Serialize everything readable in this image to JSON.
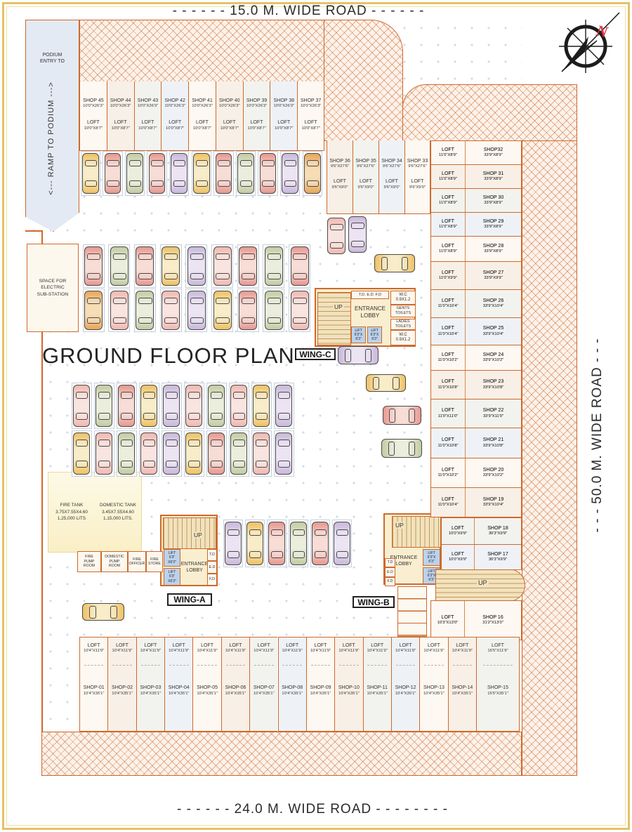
{
  "title": "GROUND FLOOR PLAN",
  "roads": {
    "top": "- - - - - - 15.0 M. WIDE ROAD - - - - - -",
    "right": "- - - 50.0 M. WIDE ROAD - - -",
    "bottom": "- - - - - - 24.0 M. WIDE ROAD - - - - - - - -"
  },
  "compass": {
    "label": "N"
  },
  "podium": {
    "entry_line1": "PODIUM",
    "entry_line2": "ENTRY TO",
    "ramp": "<--- RAMP TO PODIUM --->"
  },
  "substation": {
    "line1": "SPACE FOR",
    "line2": "ELECTRIC",
    "line3": "SUB-STATION"
  },
  "tanks": {
    "fire": {
      "name": "FIRE TANK",
      "dim": "3.75X7.55X4.60",
      "cap": "1,25,000 LITS"
    },
    "domestic": {
      "name": "DOMESTIC TANK",
      "dim": "3.45X7.55X4.60",
      "cap": "1,15,000 LITS."
    }
  },
  "rooms": [
    {
      "label": "FIRE PUMP ROOM"
    },
    {
      "label": "DOMESTIC PUMP ROOM"
    },
    {
      "label": "FIRE OFFICER"
    },
    {
      "label": "FIRE STORE"
    }
  ],
  "wing_a": {
    "label": "WING-A",
    "up": "UP",
    "lobby": "ENTRANCE LOBBY",
    "lift": [
      "LIFT",
      "6'3\"",
      "X6'3\""
    ],
    "doors": [
      "T.D",
      "E.D",
      "F.D"
    ]
  },
  "wing_b": {
    "label": "WING-B",
    "up": "UP",
    "ramp_up": "UP",
    "lobby": "ENTRANCE LOBBY",
    "lift": [
      "LIFT",
      "6'3\"X",
      "6'3\""
    ],
    "doors": [
      "T.D",
      "E.D",
      "F.D"
    ]
  },
  "wing_c": {
    "label": "WING-C",
    "up": "UP",
    "lobby": "ENTRANCE LOBBY",
    "doors_strip": "T.D. E.D. F.D",
    "wc_top": [
      "W.C",
      "0.9X1.2"
    ],
    "gents": "GENTS TOILETS",
    "ladies": "LADIES TOILETS",
    "wc_bottom": [
      "W.C",
      "0.9X1.2"
    ],
    "lift": [
      "LIFT",
      "6'3\"X",
      "6'3\""
    ]
  },
  "loft_label": "LOFT",
  "top_shops": {
    "dim": "10'0\"X26'3\"",
    "loft_dim": "10'0\"X8'7\"",
    "names": [
      "SHOP 45",
      "SHOP 44",
      "SHOP 43",
      "SHOP 42",
      "SHOP 41",
      "SHOP 40",
      "SHOP 39",
      "SHOP 38",
      "SHOP 37"
    ]
  },
  "mid_shops": {
    "dim": "9'6\"X27'6\"",
    "loft_dim": "9'6\"X9'0\"",
    "names": [
      "SHOP 36",
      "SHOP 35",
      "SHOP 34",
      "SHOP 33"
    ]
  },
  "right_shops": [
    {
      "name": "SHOP32",
      "dim": "33'9\"X8'9\"",
      "loft_dim": "11'0\"X8'9\""
    },
    {
      "name": "SHOP 31",
      "dim": "33'9\"X8'9\"",
      "loft_dim": "11'0\"X8'9\""
    },
    {
      "name": "SHOP 30",
      "dim": "33'9\"X8'9\"",
      "loft_dim": "11'0\"X8'9\""
    },
    {
      "name": "SHOP 29",
      "dim": "33'9\"X8'9\"",
      "loft_dim": "11'0\"X8'9\""
    },
    {
      "name": "SHOP 28",
      "dim": "33'9\"X8'9\"",
      "loft_dim": "11'0\"X8'9\""
    },
    {
      "name": "SHOP 27",
      "dim": "33'9\"X9'9\"",
      "loft_dim": "11'0\"X9'9\""
    },
    {
      "name": "SHOP 26",
      "dim": "33'9\"X10'4\"",
      "loft_dim": "11'0\"X10'4\""
    },
    {
      "name": "SHOP 25",
      "dim": "33'9\"X10'4\"",
      "loft_dim": "11'0\"X10'4\""
    },
    {
      "name": "SHOP 24",
      "dim": "33'9\"X10'2\"",
      "loft_dim": "11'0\"X10'2\""
    },
    {
      "name": "SHOP 23",
      "dim": "33'9\"X10'8\"",
      "loft_dim": "11'0\"X10'8\""
    },
    {
      "name": "SHOP 22",
      "dim": "33'9\"X11'0\"",
      "loft_dim": "11'0\"X11'0\""
    },
    {
      "name": "SHOP 21",
      "dim": "33'9\"X10'8\"",
      "loft_dim": "11'0\"X10'8\""
    },
    {
      "name": "SHOP 20",
      "dim": "33'9\"X10'2\"",
      "loft_dim": "11'0\"X10'2\""
    },
    {
      "name": "SHOP 19",
      "dim": "33'9\"X10'4\"",
      "loft_dim": "11'0\"X10'4\""
    },
    {
      "name": "SHOP 18",
      "dim": "30'3\"X9'9\"",
      "loft_dim": "10'0\"X9'9\""
    },
    {
      "name": "SHOP 17",
      "dim": "30'3\"X9'9\"",
      "loft_dim": "10'0\"X9'9\""
    }
  ],
  "shop16": {
    "name": "SHOP 16",
    "dim": "31'2\"X13'0\"",
    "loft_dim": "10'3\"X13'0\""
  },
  "bottom_shops": {
    "dim": "10'4\"X35'1\"",
    "loft_dim": "10'4\"X11'9\"",
    "names": [
      "SHOP-01",
      "SHOP-02",
      "SHOP-03",
      "SHOP-04",
      "SHOP-05",
      "SHOP-06",
      "SHOP-07",
      "SHOP-08",
      "SHOP-09",
      "SHOP-10",
      "SHOP-11",
      "SHOP-12",
      "SHOP-13",
      "SHOP-14"
    ],
    "last": {
      "name": "SHOP-15",
      "dim": "16'5\"X35'1\"",
      "loft_dim": "16'5\"X11'9\""
    }
  },
  "colors": {
    "outline": "#cd6a2d",
    "frame": "#e4c367",
    "compass_n": "#e03445",
    "ramp_strip": "#e3eaf4",
    "lobby": "#f9eecf",
    "lift": "#bcd2ea",
    "car_palette": {
      "yellow": [
        "#eec264",
        "#f8ecc9"
      ],
      "red": [
        "#e69890",
        "#f8ddd6"
      ],
      "green": [
        "#c3cba3",
        "#ebeedd"
      ],
      "purple": [
        "#c9b9da",
        "#ece4f3"
      ],
      "orange": [
        "#e7a659",
        "#f6ddb6"
      ],
      "pink": [
        "#efb9b2",
        "#fae4df"
      ]
    }
  },
  "cars": {
    "top_row": [
      "yellow",
      "red",
      "green",
      "red",
      "purple",
      "yellow",
      "red",
      "green",
      "red",
      "purple",
      "orange"
    ],
    "grid1": [
      [
        "red",
        "green",
        "red",
        "yellow",
        "purple",
        "pink",
        "red",
        "green",
        "red"
      ],
      [
        "orange",
        "pink",
        "green",
        "pink",
        "purple",
        "yellow",
        "red",
        "green",
        "pink"
      ]
    ],
    "grid2": [
      [
        "pink",
        "green",
        "red",
        "yellow",
        "purple",
        "pink",
        "green",
        "pink",
        "yellow",
        "purple"
      ],
      [
        "yellow",
        "pink",
        "green",
        "pink",
        "purple",
        "yellow",
        "red",
        "green",
        "pink",
        "purple"
      ]
    ],
    "wing_row": [
      "purple",
      "yellow",
      "red",
      "green",
      "red",
      "purple"
    ],
    "singles": [
      {
        "color": "pink",
        "o": "v"
      },
      {
        "color": "purple",
        "o": "v"
      },
      {
        "color": "yellow",
        "o": "h"
      },
      {
        "color": "purple",
        "o": "h"
      },
      {
        "color": "yellow",
        "o": "h"
      },
      {
        "color": "red",
        "o": "h"
      },
      {
        "color": "green",
        "o": "h"
      },
      {
        "color": "yellow",
        "o": "h"
      }
    ]
  }
}
